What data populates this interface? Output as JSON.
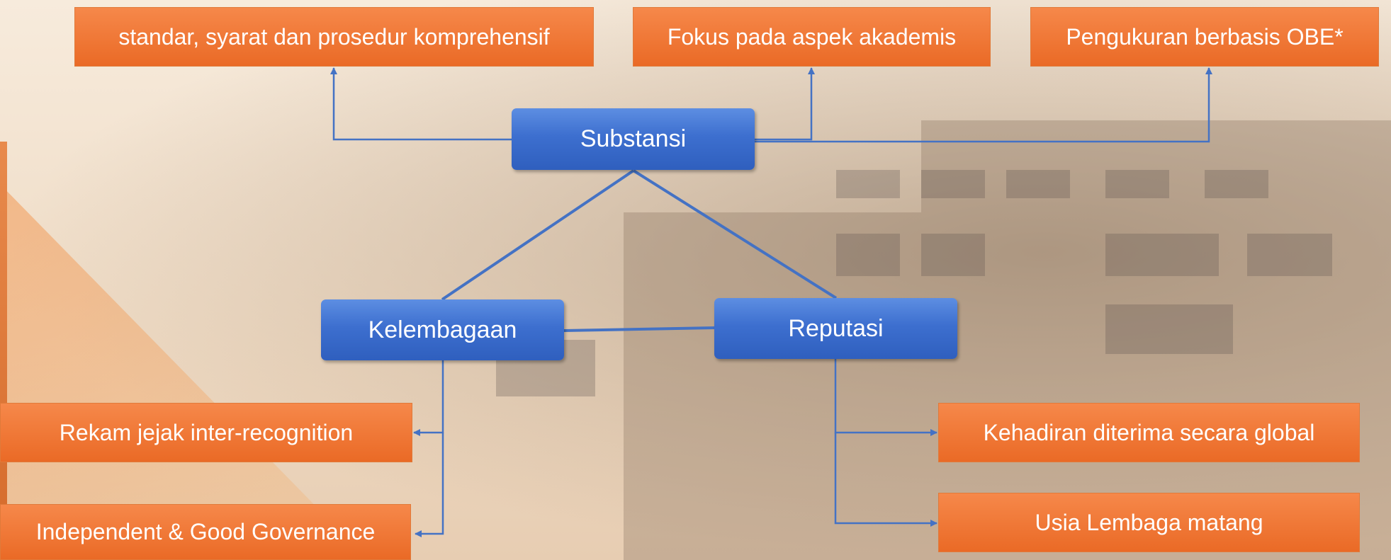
{
  "diagram": {
    "center": {
      "label": "Substansi"
    },
    "top_items": [
      {
        "label": "standar, syarat dan prosedur komprehensif"
      },
      {
        "label": "Fokus pada aspek akademis"
      },
      {
        "label": "Pengukuran berbasis OBE*"
      }
    ],
    "branches": {
      "kelembagaan": {
        "label": "Kelembagaan"
      },
      "reputasi": {
        "label": "Reputasi"
      }
    },
    "left_items": [
      {
        "label": "Rekam jejak inter-recognition"
      },
      {
        "label": "Independent & Good Governance"
      }
    ],
    "right_items": [
      {
        "label": "Kehadiran diterima secara global"
      },
      {
        "label": "Usia Lembaga matang"
      }
    ]
  },
  "colors": {
    "orange": "#ea6a26",
    "blue": "#3d6fcf",
    "connector": "#4472c4"
  }
}
